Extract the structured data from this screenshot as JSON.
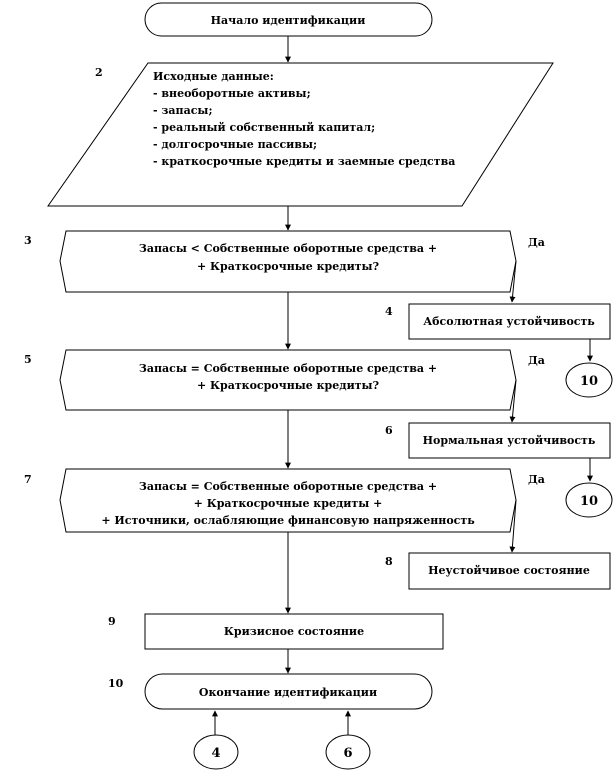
{
  "start_label": "Начало идентификации",
  "end_label": "Окончание идентификации",
  "input_data": {
    "title": "Исходные данные:",
    "items": [
      "- внеоборотные активы;",
      "- запасы;",
      "- реальный собственный капитал;",
      "- долгосрочные пассивы;",
      "- краткосрочные кредиты и заемные средства"
    ]
  },
  "conditions": {
    "c3": [
      "Запасы < Собственные оборотные средства +",
      "+ Краткосрочные кредиты?"
    ],
    "c5": [
      "Запасы = Собственные оборотные средства +",
      "+ Краткосрочные кредиты?"
    ],
    "c7": [
      "Запасы = Собственные оборотные средства +",
      "+ Краткосрочные кредиты +",
      "+ Источники, ослабляющие финансовую напряженность"
    ]
  },
  "yes_label": "Да",
  "results": {
    "r4": "Абсолютная устойчивость",
    "r6": "Нормальная устойчивость",
    "r8": "Неустойчивое состояние",
    "r9": "Кризисное  состояние"
  },
  "step_numbers": {
    "n2": "2",
    "n3": "3",
    "n4": "4",
    "n5": "5",
    "n6": "6",
    "n7": "7",
    "n8": "8",
    "n9": "9",
    "n10": "10"
  },
  "connectors": {
    "c_r": "10",
    "c_r2": "10",
    "c_4": "4",
    "c_6": "6"
  }
}
